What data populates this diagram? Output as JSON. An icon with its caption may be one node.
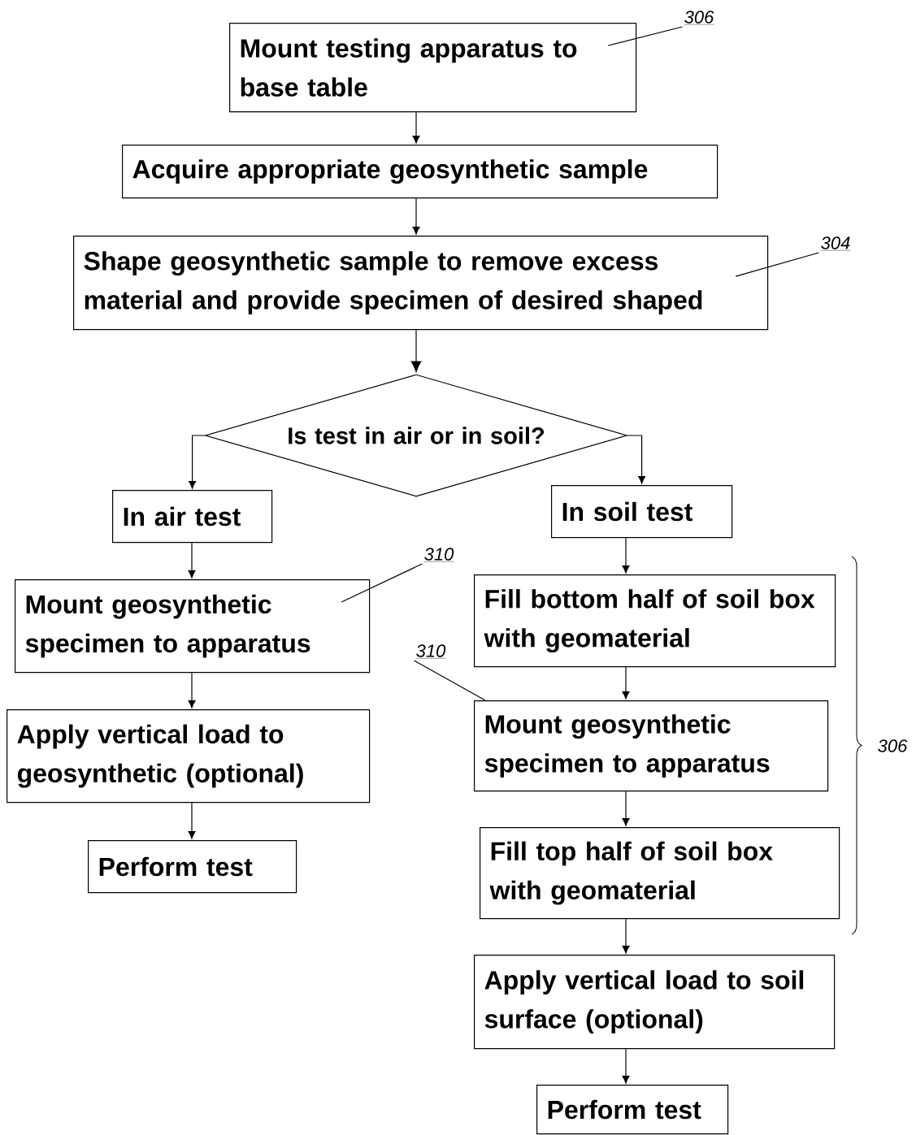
{
  "diagram": {
    "nodes": [
      {
        "text": [
          "Mount testing apparatus to base table"
        ]
      },
      {
        "text": [
          "Acquire appropriate geosynthetic sample"
        ]
      },
      {
        "text": [
          "Shape geosynthetic sample to remove excess material and provide specimen of desired shaped"
        ]
      },
      {
        "text": [
          "Is test in air or in soil?"
        ]
      },
      {
        "text": [
          "In air test"
        ]
      },
      {
        "text": [
          "In soil test"
        ]
      },
      {
        "text": [
          "Mount geosynthetic specimen to apparatus"
        ]
      },
      {
        "text": [
          "Apply vertical load to geosynthetic (optional)"
        ]
      },
      {
        "text": [
          "Perform test"
        ]
      },
      {
        "text": [
          "Fill bottom half of soil box with geomaterial"
        ]
      },
      {
        "text": [
          "Mount geosynthetic specimen to apparatus"
        ]
      },
      {
        "text": [
          "Fill top half of soil box with geomaterial"
        ]
      },
      {
        "text": [
          "Apply vertical load to soil surface (optional)"
        ]
      },
      {
        "text": [
          "Perform test"
        ]
      },
      {
        "text": [
          "306"
        ]
      },
      {
        "text": [
          "304"
        ]
      },
      {
        "text": [
          "310"
        ]
      },
      {
        "text": [
          "310"
        ]
      }
    ],
    "edges": [
      {
        "from": 0,
        "to": 1,
        "arrow": "to"
      },
      {
        "from": 1,
        "to": 2,
        "arrow": "to"
      },
      {
        "from": 2,
        "to": 3,
        "arrow": "to"
      },
      {
        "from": 3,
        "to": 4,
        "arrow": "to"
      },
      {
        "from": 3,
        "to": 5,
        "arrow": "to"
      },
      {
        "from": 4,
        "to": 6,
        "arrow": "to"
      },
      {
        "from": 6,
        "to": 7,
        "arrow": "to"
      },
      {
        "from": 7,
        "to": 8,
        "arrow": "to"
      },
      {
        "from": 5,
        "to": 9,
        "arrow": "to"
      },
      {
        "from": 9,
        "to": 10,
        "arrow": "to"
      },
      {
        "from": 10,
        "to": 11,
        "arrow": "to"
      },
      {
        "from": 11,
        "to": 12,
        "arrow": "to"
      },
      {
        "from": 12,
        "to": 13,
        "arrow": "to"
      },
      {
        "from": 14,
        "to": 0,
        "arrow": "none"
      },
      {
        "from": 15,
        "to": 2,
        "arrow": "none"
      },
      {
        "from": 16,
        "to": 6,
        "arrow": "none"
      },
      {
        "from": 17,
        "to": 10,
        "arrow": "none"
      }
    ],
    "labels": [
      "306"
    ]
  }
}
